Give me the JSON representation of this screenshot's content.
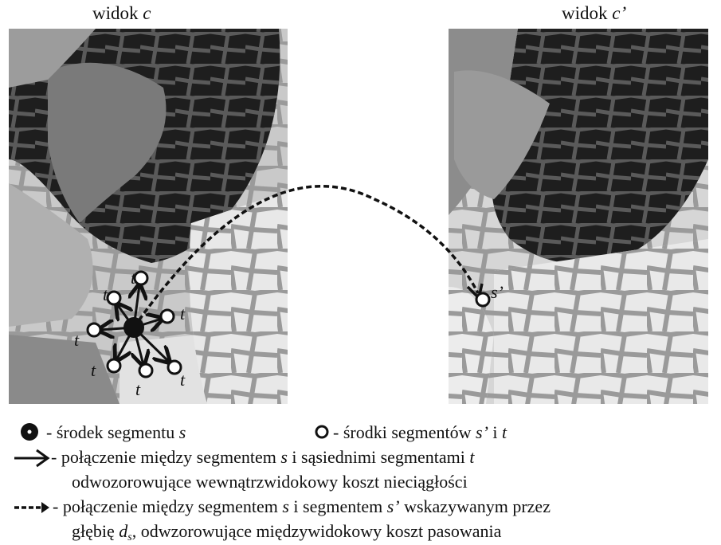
{
  "views": {
    "left": {
      "prefix": "widok ",
      "var": "c"
    },
    "right": {
      "prefix": "widok ",
      "var": "c’"
    }
  },
  "markers": {
    "t": "t",
    "s_prime": "s’"
  },
  "legend": {
    "center_s": {
      "text": " - środek segmentu ",
      "var": "s"
    },
    "centers_st": {
      "text": " - środki segmentów ",
      "var1": "s’",
      "mid": " i ",
      "var2": "t"
    },
    "solid_arrow": {
      "line1_a": "- połączenie między segmentem ",
      "line1_v1": "s",
      "line1_b": " i sąsiednimi segmentami ",
      "line1_v2": "t",
      "line2": "odwozorowujące wewnątrzwidokowy koszt nieciągłości"
    },
    "dashed_arrow": {
      "line1_a": "- połączenie między segmentem ",
      "line1_v1": "s",
      "line1_b": " i segmentem ",
      "line1_v2": "s’",
      "line1_c": " wskazywanym przez",
      "line2_a": "głębię ",
      "line2_v": "d",
      "line2_sub": "s",
      "line2_b": ", odwzorowujące międzywidokowy koszt pasowania"
    }
  },
  "colors": {
    "dark_region": "#1e1e1e",
    "mid_region": "#7a7a7a",
    "light_region": "#d8d8d8",
    "grid_line": "#9a9a9a"
  }
}
